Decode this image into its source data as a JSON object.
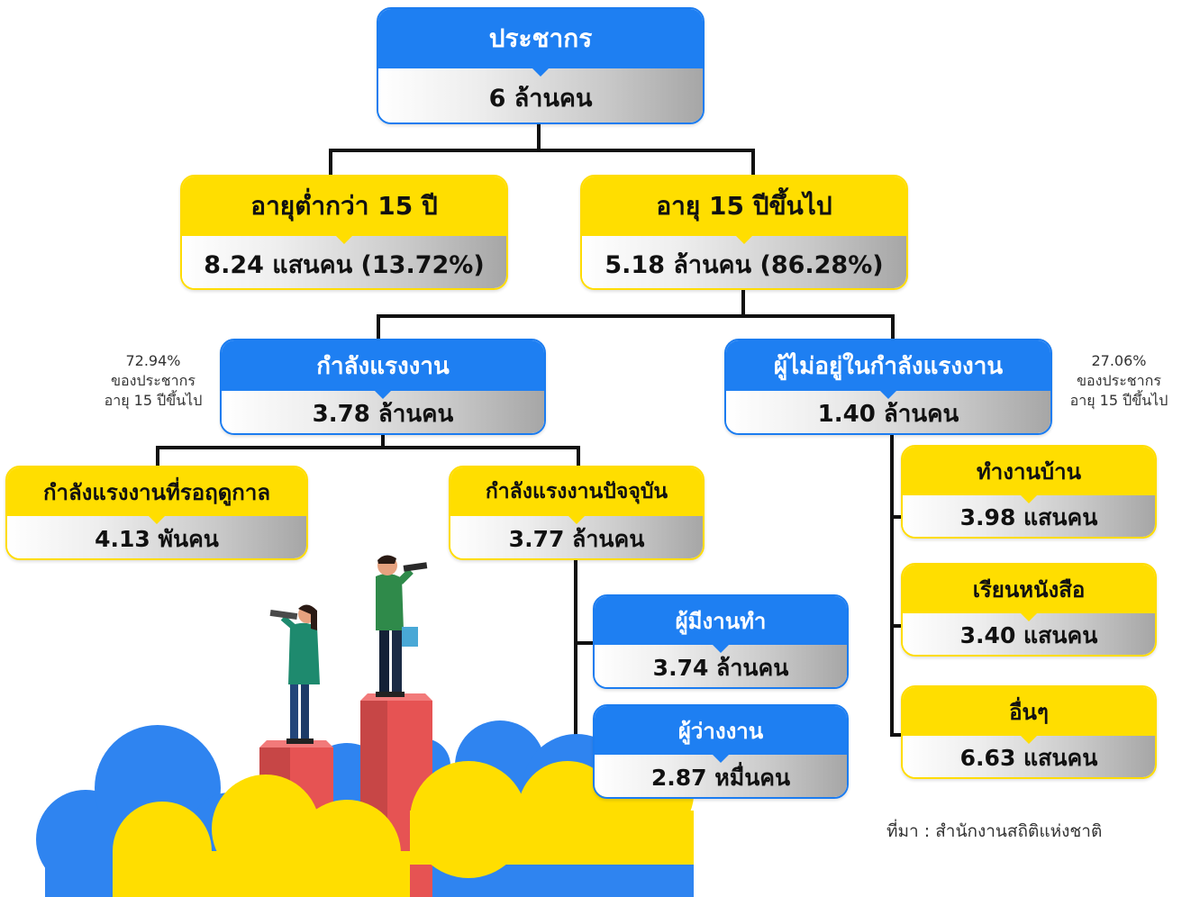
{
  "nodes": {
    "population": {
      "title": "ประชากร",
      "value": "6 ล้านคน"
    },
    "under15": {
      "title": "อายุต่ำกว่า 15 ปี",
      "value": "8.24 แสนคน (13.72%)"
    },
    "age15plus": {
      "title": "อายุ 15 ปีขึ้นไป",
      "value": "5.18 ล้านคน (86.28%)"
    },
    "labor_force": {
      "title": "กำลังแรงงาน",
      "value": "3.78 ล้านคน"
    },
    "not_in_labor_force": {
      "title": "ผู้ไม่อยู่ในกำลังแรงงาน",
      "value": "1.40 ล้านคน"
    },
    "seasonal": {
      "title": "กำลังแรงงานที่รอฤดูกาล",
      "value": "4.13 พันคน"
    },
    "current_labor": {
      "title": "กำลังแรงงานปัจจุบัน",
      "value": "3.77 ล้านคน"
    },
    "employed": {
      "title": "ผู้มีงานทำ",
      "value": "3.74 ล้านคน"
    },
    "unemployed": {
      "title": "ผู้ว่างงาน",
      "value": "2.87 หมื่นคน"
    },
    "housework": {
      "title": "ทำงานบ้าน",
      "value": "3.98 แสนคน"
    },
    "studying": {
      "title": "เรียนหนังสือ",
      "value": "3.40 แสนคน"
    },
    "others": {
      "title": "อื่นๆ",
      "value": "6.63 แสนคน"
    }
  },
  "notes": {
    "labor_force": {
      "pct": "72.94%",
      "line1": "ของประชากร",
      "line2": "อายุ 15 ปีขึ้นไป"
    },
    "not_in_labor_force": {
      "pct": "27.06%",
      "line1": "ของประชากร",
      "line2": "อายุ 15 ปีขึ้นไป"
    }
  },
  "source": "ที่มา : สำนักงานสถิติแห่งชาติ",
  "colors": {
    "blue": "#1e7ff2",
    "yellow": "#ffde00",
    "cloud_blue": "#2f84f0",
    "pillar_red": "#e65353"
  }
}
